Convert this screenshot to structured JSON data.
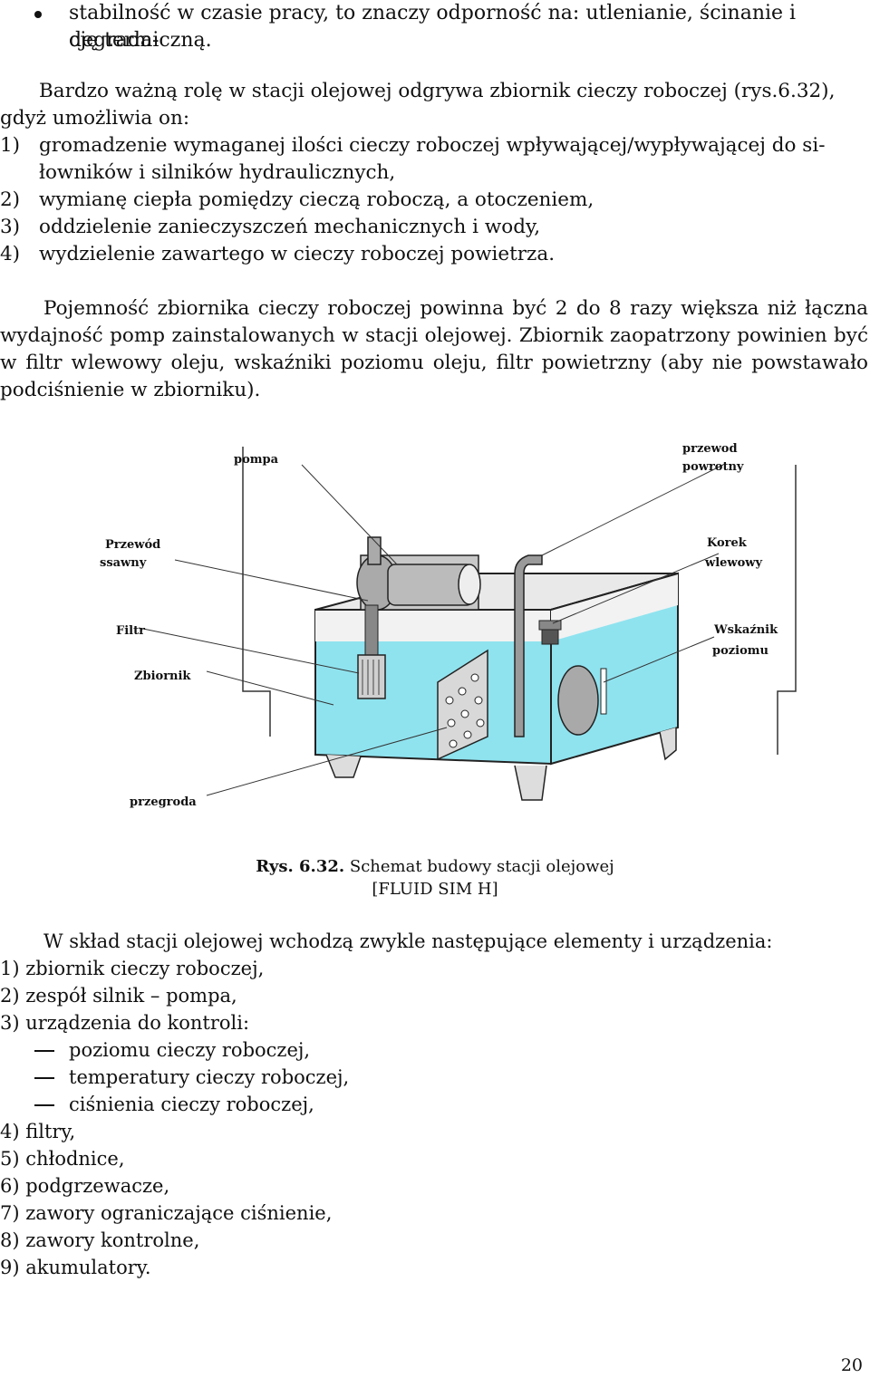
{
  "top_bullet": {
    "line1": "stabilność w czasie pracy, to znaczy odporność na: utlenianie, ścinanie i degrada-",
    "line2": "cję termiczną."
  },
  "intro": {
    "line1": "Bardzo ważną rolę w stacji olejowej odgrywa zbiornik cieczy roboczej (rys.6.32),",
    "line2": "gdyż umożliwia on:"
  },
  "tank_functions": [
    {
      "num": "1)",
      "text": "gromadzenie wymaganej ilości cieczy roboczej wpływającej/wypływającej do si-łowników i silników hydraulicznych,"
    },
    {
      "num": "2)",
      "text": "wymianę ciepła pomiędzy cieczą roboczą, a otoczeniem,"
    },
    {
      "num": "3)",
      "text": "oddzielenie zanieczyszczeń mechanicznych i wody,"
    },
    {
      "num": "4)",
      "text": "wydzielenie zawartego w cieczy roboczej powietrza."
    }
  ],
  "capacity_paragraph": "Pojemność zbiornika cieczy roboczej powinna być 2 do 8 razy większa niż łączna wydajność pomp zainstalowanych w stacji olejowej. Zbiornik zaopatrzony powinien być w filtr wlewowy oleju, wskaźniki poziomu oleju, filtr powietrzny (aby nie powstawało podciśnienie w zbiorniku).",
  "figure": {
    "labels": {
      "pompa": "pompa",
      "przewod_powrotny_1": "przewod",
      "przewod_powrotny_2": "powrotny",
      "przewod_ssawny_1": "Przewód",
      "przewod_ssawny_2": "ssawny",
      "korek_1": "Korek",
      "korek_2": "wlewowy",
      "filtr": "Filtr",
      "wskaznik_1": "Wskaźnik",
      "wskaznik_2": "poziomu",
      "zbiornik": "Zbiornik",
      "przegroda": "przegroda"
    },
    "colors": {
      "fluid": "#8fe3ef",
      "line": "#222222",
      "metal": "#bfbfbf"
    }
  },
  "caption": {
    "number": "Rys. 6.32.",
    "title": "Schemat budowy stacji olejowej",
    "source": "[FLUID SIM H]"
  },
  "components_intro": "W skład stacji olejowej wchodzą zwykle następujące elementy i urządzenia:",
  "components": [
    {
      "text": "1) zbiornik cieczy roboczej,",
      "sub": false
    },
    {
      "text": "2) zespół silnik – pompa,",
      "sub": false
    },
    {
      "text": "3) urządzenia do kontroli:",
      "sub": false
    },
    {
      "text": "poziomu cieczy roboczej,",
      "sub": true
    },
    {
      "text": "temperatury cieczy roboczej,",
      "sub": true
    },
    {
      "text": "ciśnienia cieczy roboczej,",
      "sub": true
    },
    {
      "text": "4) filtry,",
      "sub": false
    },
    {
      "text": "5) chłodnice,",
      "sub": false
    },
    {
      "text": "6) podgrzewacze,",
      "sub": false
    },
    {
      "text": "7) zawory ograniczające ciśnienie,",
      "sub": false
    },
    {
      "text": "8) zawory kontrolne,",
      "sub": false
    },
    {
      "text": "9) akumulatory.",
      "sub": false
    }
  ],
  "page_number": "20"
}
